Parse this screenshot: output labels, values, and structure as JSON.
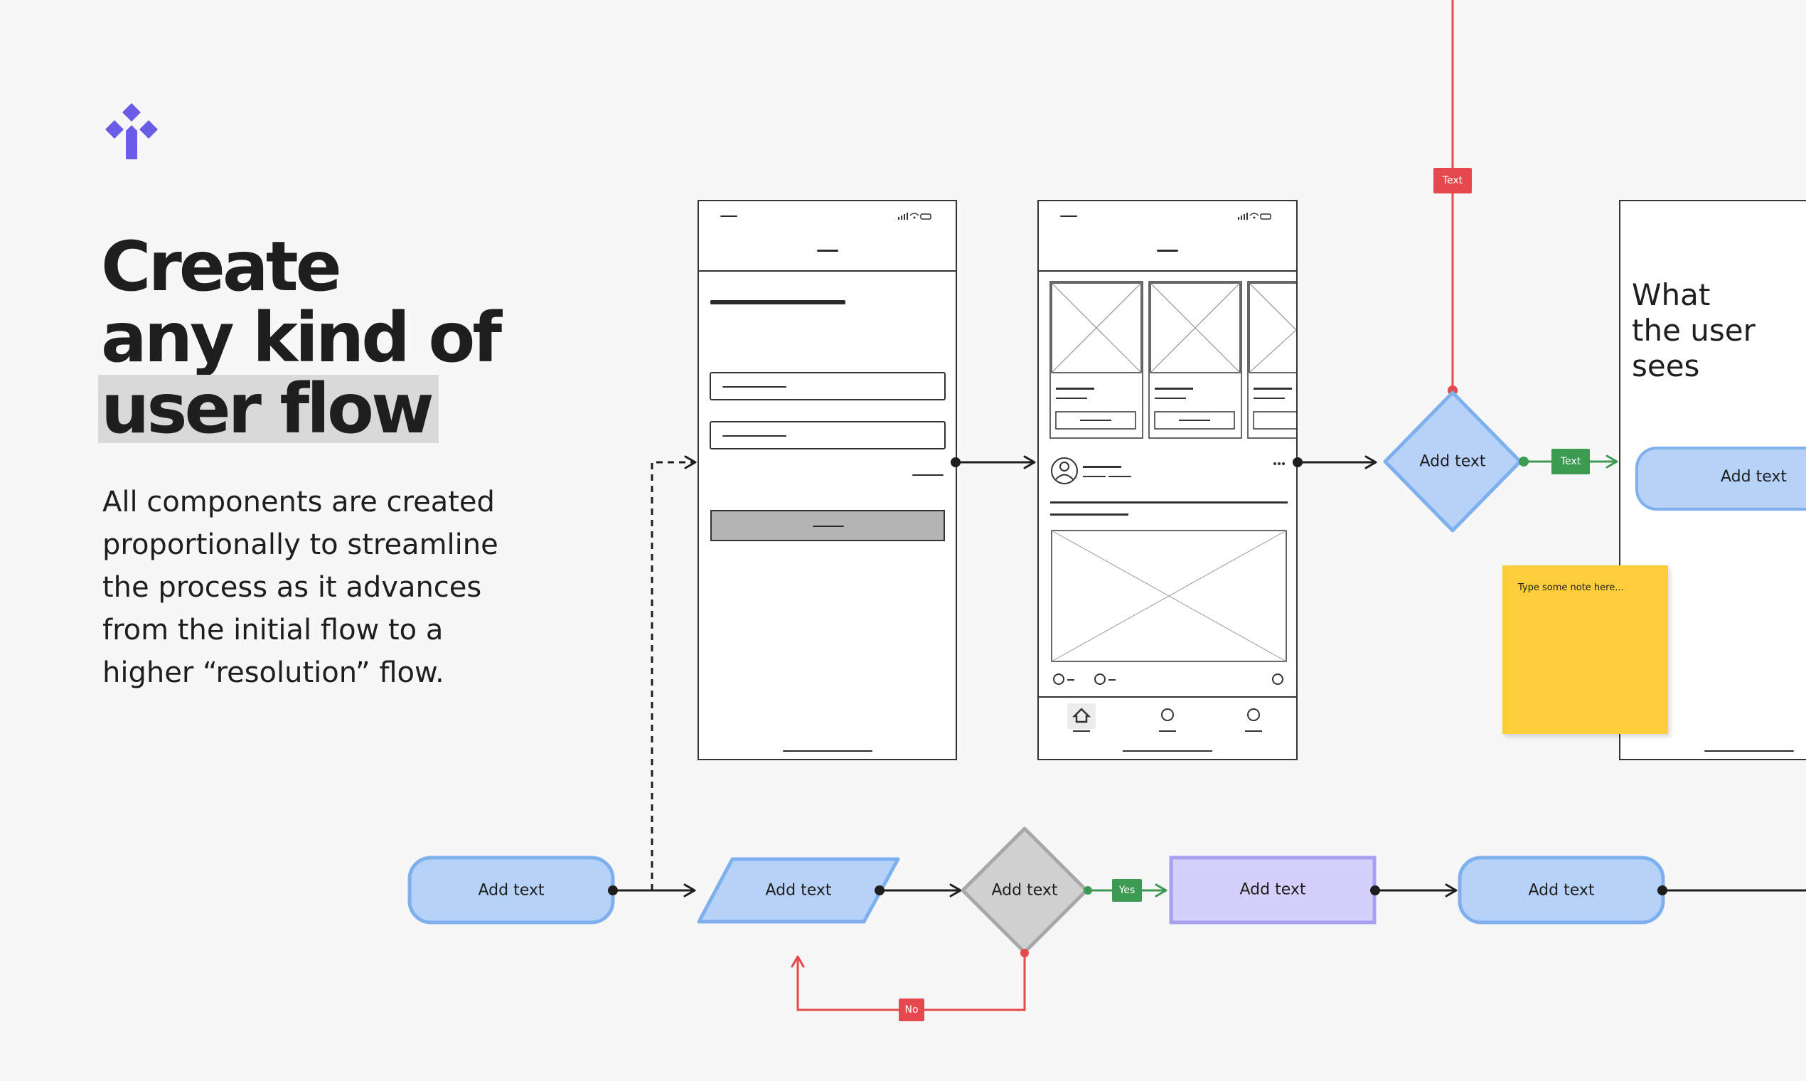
{
  "headline": {
    "line1": "Create",
    "line2": "any kind of",
    "line3": "user flow"
  },
  "description": {
    "lines": [
      "All components are created",
      "proportionally to streamline",
      "the process as it advances",
      "from the initial flow to a",
      "higher “resolution” flow."
    ]
  },
  "logo": {
    "icon": "diamond-logo-icon",
    "color": "#6b5ce7"
  },
  "colors": {
    "blue_fill": "#b6d2f8",
    "blue_stroke": "#7fb0ee",
    "gray_fill": "#d0d0d0",
    "purple_fill": "#d5d0fb",
    "red": "#e5484d",
    "green": "#3d9a52",
    "note": "#fdcd3c"
  },
  "top_flow": {
    "diamond_label": "Add text",
    "red_tag": "Text",
    "green_tag": "Text"
  },
  "panel": {
    "title_lines": [
      "What",
      "the user",
      "sees"
    ],
    "button_label": "Add text"
  },
  "sticky_note": {
    "text": "Type some note here..."
  },
  "bottom_flow": {
    "start_label": "Add text",
    "parallelogram_label": "Add text",
    "decision_label": "Add text",
    "yes_tag": "Yes",
    "no_tag": "No",
    "process_label": "Add text",
    "end_label": "Add text"
  }
}
